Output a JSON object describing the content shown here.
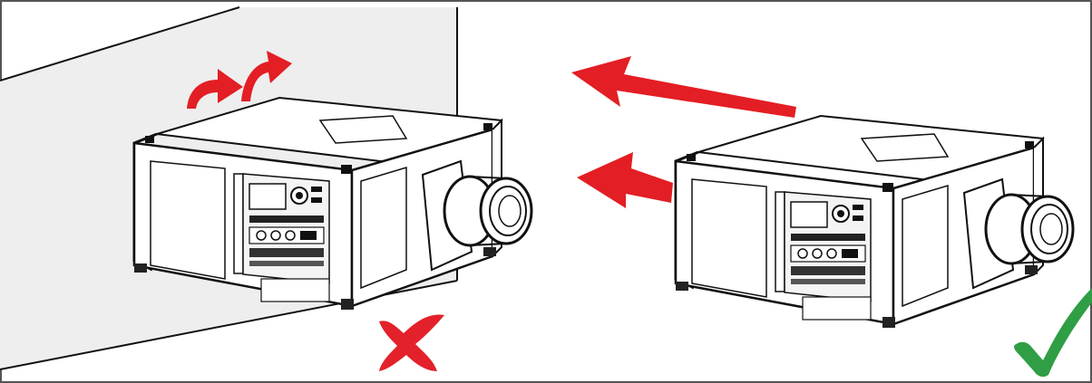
{
  "figure": {
    "panels": [
      {
        "id": "wrong",
        "verdict": "incorrect",
        "mark_icon": "cross-icon",
        "mark_color": "#e3212b",
        "airflow_arrows": "exhaust-deflected-by-wall"
      },
      {
        "id": "right",
        "verdict": "correct",
        "mark_icon": "check-icon",
        "mark_color": "#2f9e44",
        "airflow_arrows": "exhaust-free-flow"
      }
    ],
    "colors": {
      "arrow": "#e31e24",
      "wall": "#eeeeee",
      "outline": "#111111",
      "frame": "#555555"
    }
  }
}
